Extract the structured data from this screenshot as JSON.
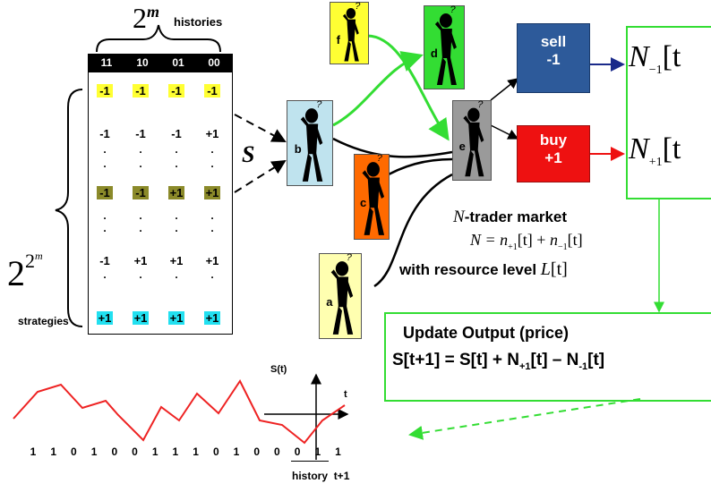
{
  "top_label": {
    "base": "2",
    "exp": "m",
    "word": "histories"
  },
  "history_header": [
    "11",
    "10",
    "01",
    "00"
  ],
  "strategy_rows": [
    {
      "values": [
        "-1",
        "-1",
        "-1",
        "-1"
      ],
      "highlight": "#ffff33"
    },
    {
      "values": [
        "-1",
        "-1",
        "-1",
        "+1"
      ],
      "highlight": ""
    },
    {
      "values": [
        "-1",
        "-1",
        "+1",
        "+1"
      ],
      "highlight": "#8b8a2a"
    },
    {
      "values": [
        "-1",
        "+1",
        "+1",
        "+1"
      ],
      "highlight": ""
    },
    {
      "values": [
        "+1",
        "+1",
        "+1",
        "+1"
      ],
      "highlight": "#22e0f0"
    }
  ],
  "dots": ".",
  "strategy_count": {
    "base": "2",
    "exp1": "2",
    "exp2": "m"
  },
  "strategies_label": "strategies",
  "s_label": "S",
  "traders": {
    "a": {
      "letter": "a",
      "color": "#ffffb0"
    },
    "b": {
      "letter": "b",
      "color": "#bfe3ee"
    },
    "c": {
      "letter": "c",
      "color": "#ff6a00"
    },
    "d": {
      "letter": "d",
      "color": "#33dd33"
    },
    "e": {
      "letter": "e",
      "color": "#9a9a9a"
    },
    "f": {
      "letter": "f",
      "color": "#ffff33"
    }
  },
  "question_mark": "?",
  "sell": {
    "line1": "sell",
    "line2": "-1",
    "color": "#2d5a9a"
  },
  "buy": {
    "line1": "buy",
    "line2": "+1",
    "color": "#ee1111"
  },
  "n_minus": {
    "N": "N",
    "sub": "−1",
    "t": "[t"
  },
  "n_plus": {
    "N": "N",
    "sub": "+1",
    "t": "[t"
  },
  "market": {
    "title_N": "N",
    "title_rest": "-trader market",
    "eq_left": "N = ",
    "eq_n1": "n",
    "eq_n1_sub": "+1",
    "eq_mid": "[t] + ",
    "eq_n2": "n",
    "eq_n2_sub": "−1",
    "eq_end": "[t]",
    "resource_text": "with resource level ",
    "resource_L": "L",
    "resource_t": "[t]"
  },
  "update": {
    "title": "Update Output (price)",
    "formula": "S[t+1] = S[t] + N",
    "sub1": "+1",
    "formula_mid": "[t] – N",
    "sub2": "-1",
    "formula_end": "[t]"
  },
  "axis": {
    "ylabel": "S(t)",
    "xlabel": "t"
  },
  "history_sequence": [
    "1",
    "1",
    "0",
    "1",
    "0",
    "0",
    "1",
    "1",
    "1",
    "0",
    "1",
    "0",
    "0",
    "0",
    "1",
    "1"
  ],
  "history_caption": "history",
  "history_t1": "t+1",
  "colors": {
    "green": "#33dd33",
    "red_line": "#ee2222",
    "navy": "#1a2a8a"
  }
}
